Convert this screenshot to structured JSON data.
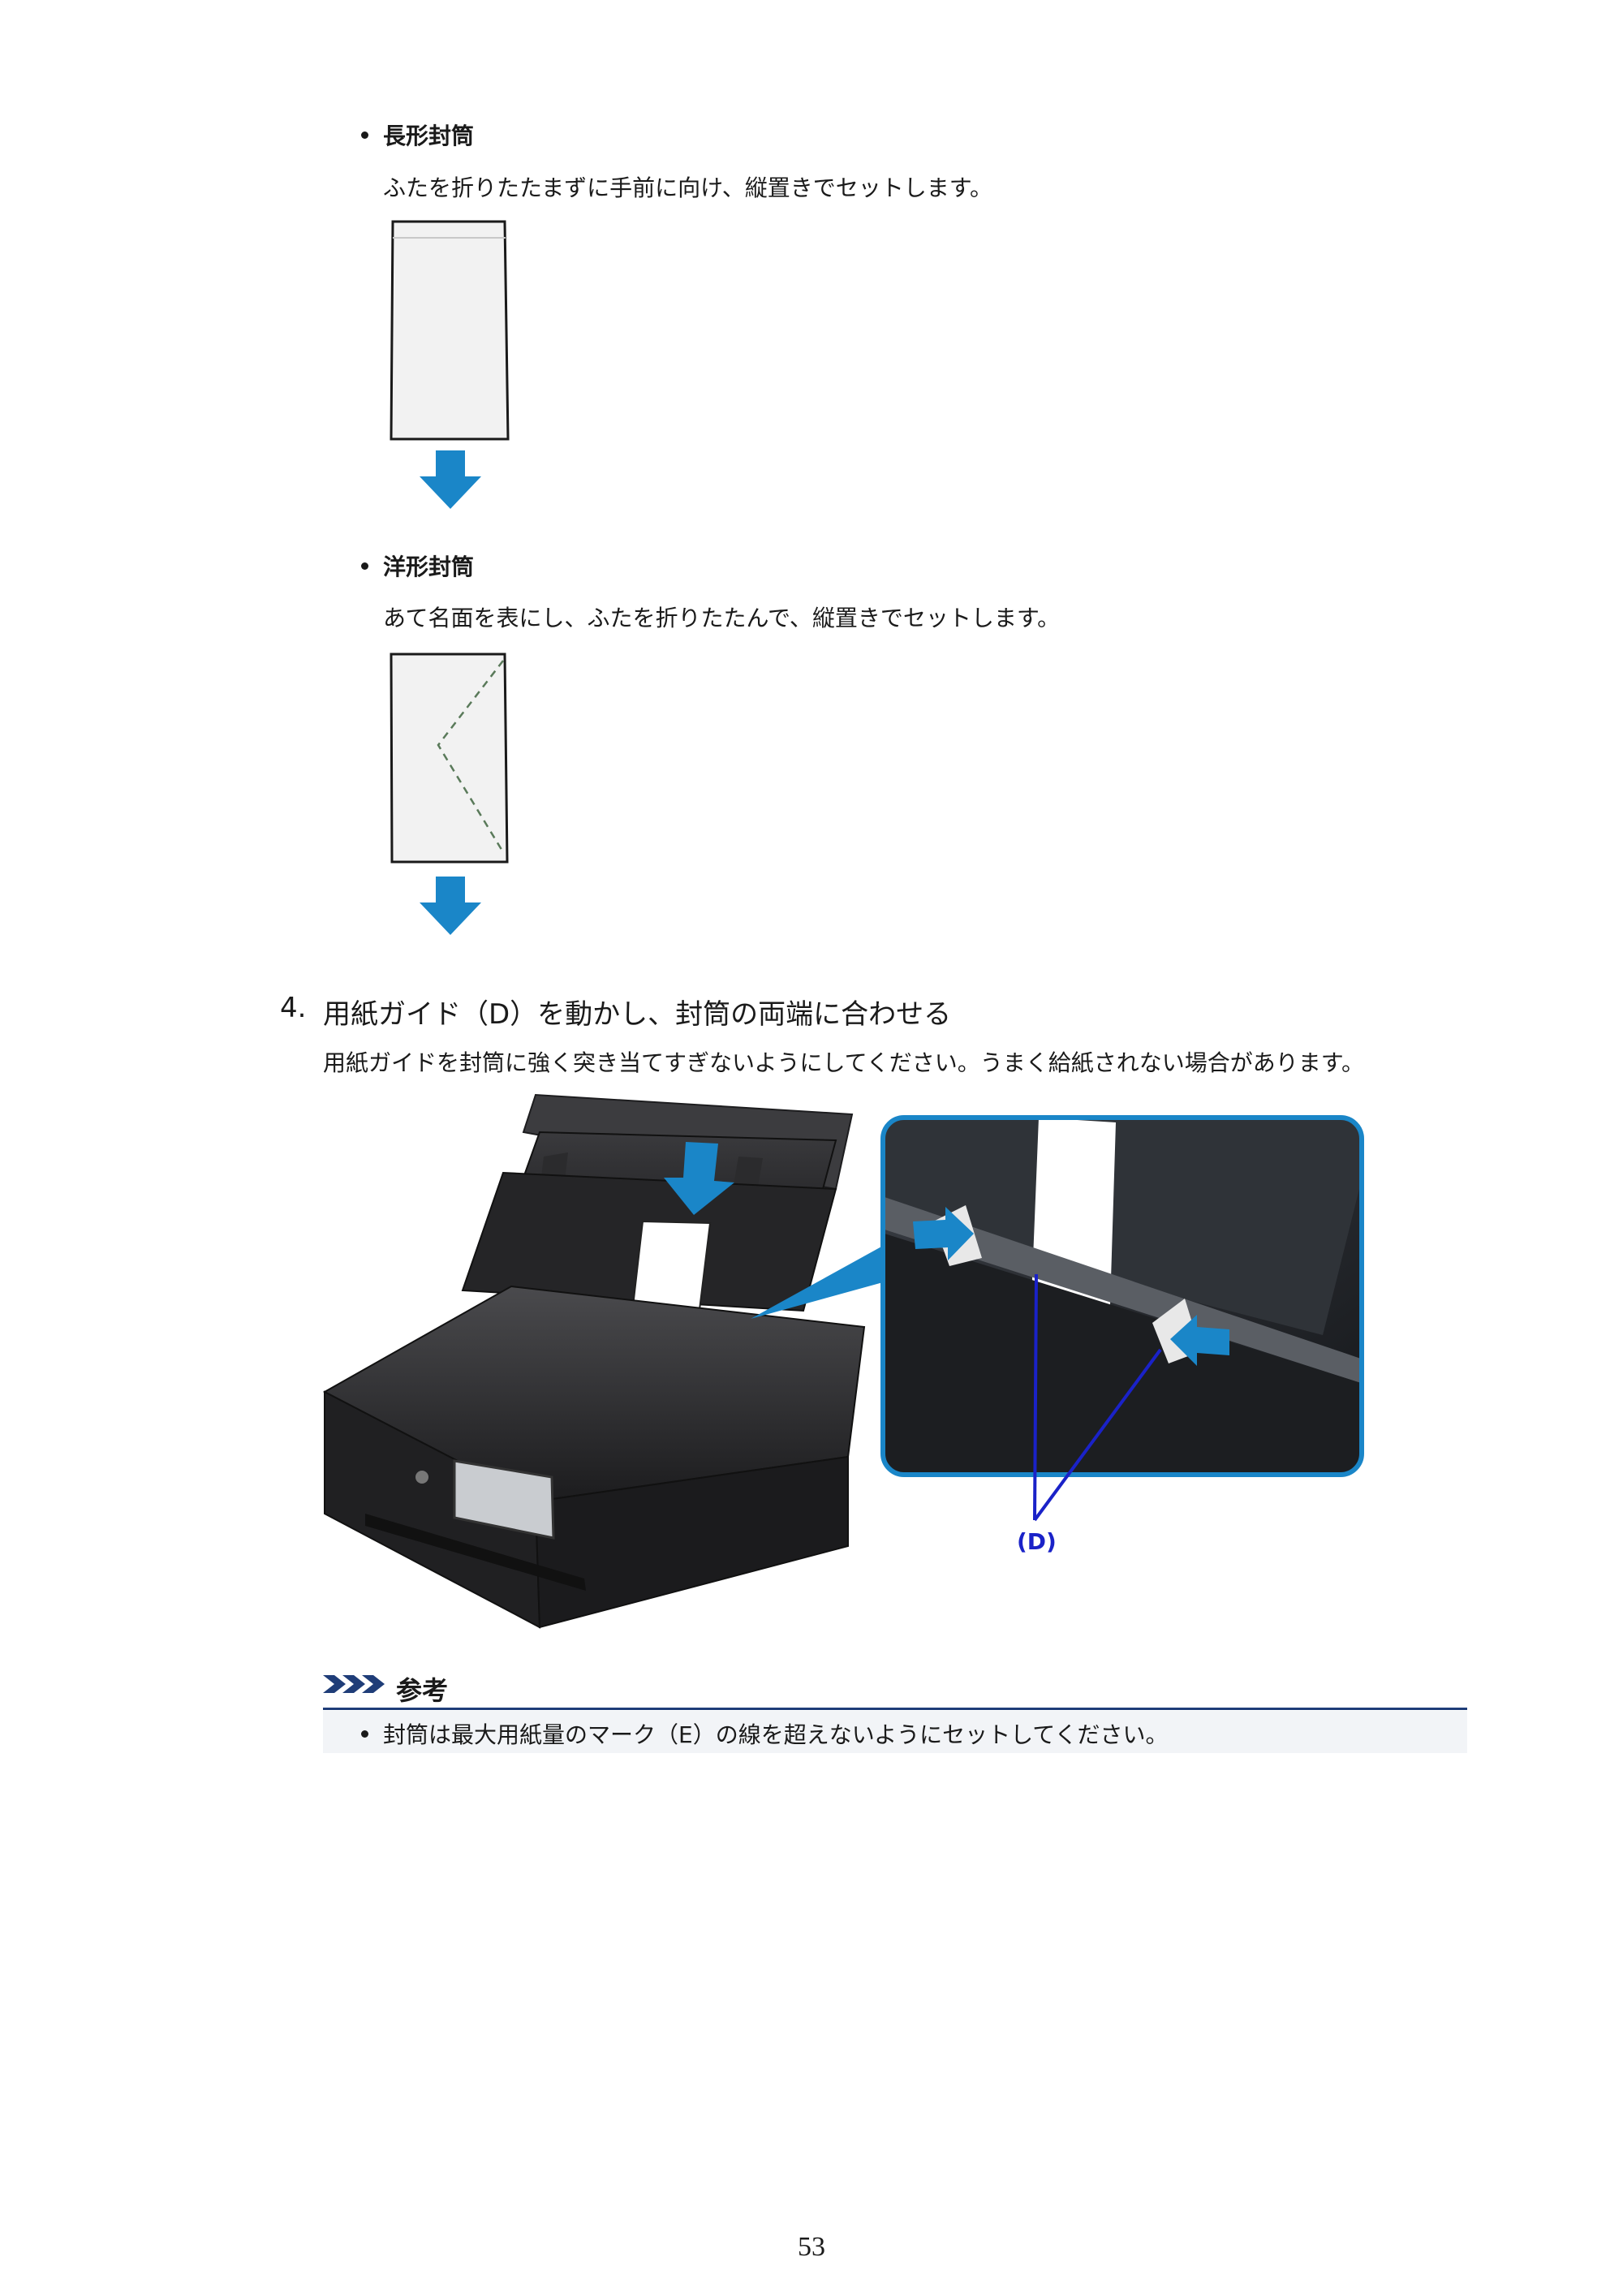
{
  "section1": {
    "title": "長形封筒",
    "desc": "ふたを折りたたまずに手前に向け、縦置きでセットします。"
  },
  "section2": {
    "title": "洋形封筒",
    "desc": "あて名面を表にし、ふたを折りたたんで、縦置きでセットします。"
  },
  "step4": {
    "number": "4.",
    "title": "用紙ガイド（D）を動かし、封筒の両端に合わせる",
    "desc": "用紙ガイドを封筒に強く突き当てすぎないようにしてください。うまく給紙されない場合があります。",
    "callout_label": "(D)"
  },
  "note": {
    "heading": "参考",
    "item": "封筒は最大用紙量のマーク（E）の線を超えないようにセットしてください。"
  },
  "page_number": "53",
  "colors": {
    "arrow_blue": "#1a86c8",
    "callout_blue": "#1a22c8",
    "note_rule": "#1f3d78"
  }
}
